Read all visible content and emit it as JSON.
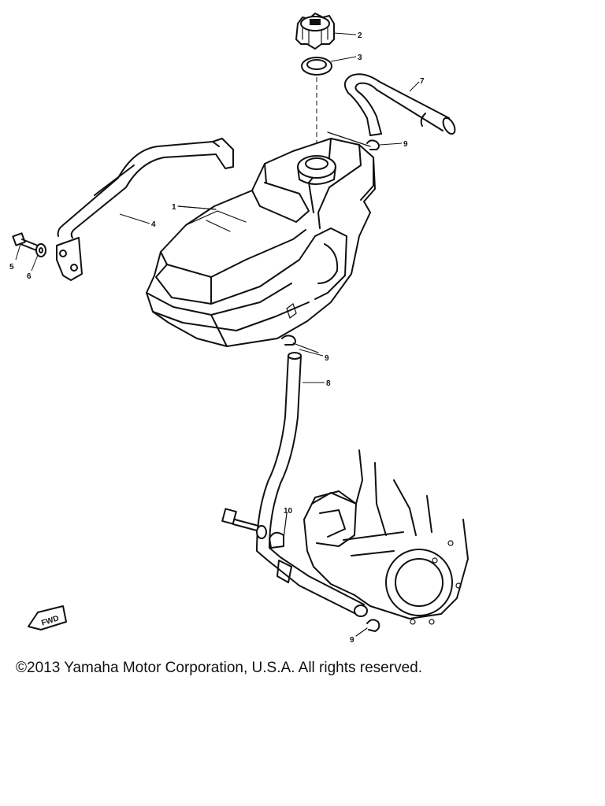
{
  "diagram": {
    "callouts": [
      {
        "id": "cap",
        "label": "2"
      },
      {
        "id": "cap-gasket",
        "label": "3"
      },
      {
        "id": "breather-pipe",
        "label": "7"
      },
      {
        "id": "clip-upper",
        "label": "9"
      },
      {
        "id": "tank",
        "label": "1"
      },
      {
        "id": "band",
        "label": "4"
      },
      {
        "id": "bolt",
        "label": "5"
      },
      {
        "id": "washer",
        "label": "6"
      },
      {
        "id": "clip-middle",
        "label": "9"
      },
      {
        "id": "fuel-pipe",
        "label": "8"
      },
      {
        "id": "clamp",
        "label": "10"
      },
      {
        "id": "clip-lower",
        "label": "9"
      }
    ],
    "fwd_label": "FWD"
  },
  "footer": {
    "copyright": "©2013 Yamaha Motor Corporation, U.S.A. All rights reserved."
  }
}
